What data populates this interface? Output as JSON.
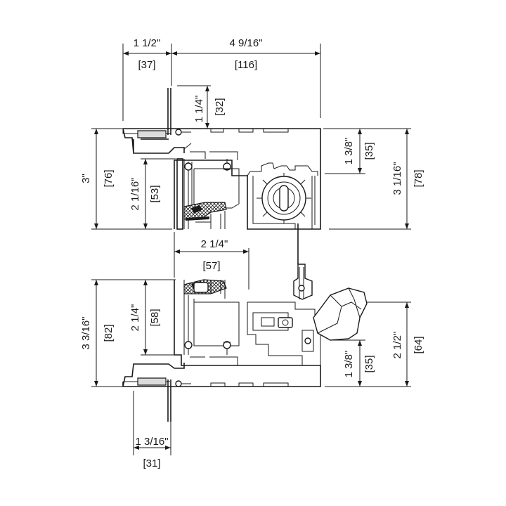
{
  "dimensions": {
    "top_left_width": "1 1/2\"",
    "top_left_width_mm": "[37]",
    "top_right_width": "4 9/16\"",
    "top_right_width_mm": "[116]",
    "top_stop_height": "1 1/4\"",
    "top_stop_height_mm": "[32]",
    "head_left_height": "3\"",
    "head_left_height_mm": "[76]",
    "head_inner_height": "2 1/16\"",
    "head_inner_height_mm": "[53]",
    "head_right_upper": "1 3/8\"",
    "head_right_upper_mm": "[35]",
    "head_right_total": "3 1/16\"",
    "head_right_total_mm": "[78]",
    "mid_width": "2 1/4\"",
    "mid_width_mm": "[57]",
    "sill_left_height": "3 3/16\"",
    "sill_left_height_mm": "[82]",
    "sill_inner_height": "2 1/4\"",
    "sill_inner_height_mm": "[58]",
    "sill_right_lower": "1 3/8\"",
    "sill_right_lower_mm": "[35]",
    "sill_right_total": "2 1/2\"",
    "sill_right_total_mm": "[64]",
    "bottom_width": "1 3/16\"",
    "bottom_width_mm": "[31]"
  }
}
